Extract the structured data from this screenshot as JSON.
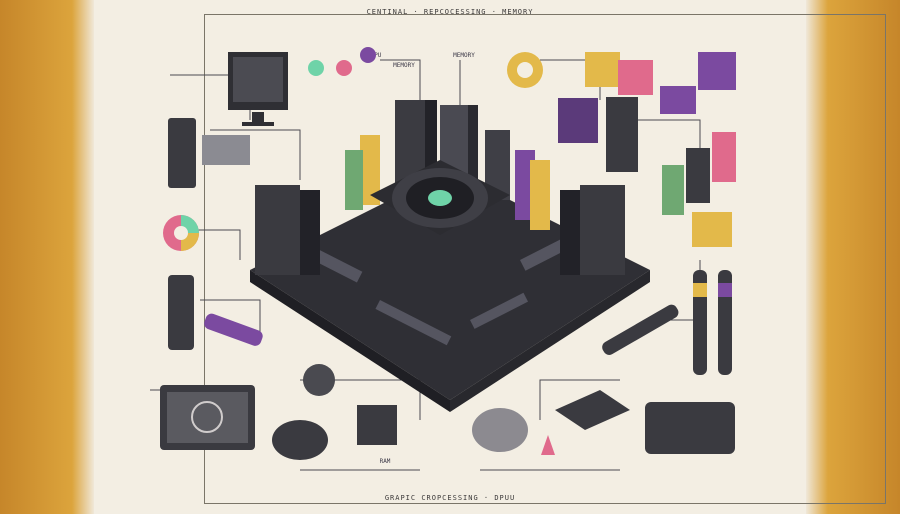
{
  "poster": {
    "title_top": "CENTINAL  ·  REPCOCESSING  ·  MEMORY",
    "title_bottom": "GRAPIC CROPCESSING  ·  DPUU",
    "labels": {
      "cpu": "CPU",
      "cpu_sub": "CPU",
      "memory": "MEMORY",
      "memory_sub": "MEMORY",
      "ram_small": "RAM"
    }
  },
  "colors": {
    "background": "#f3eee3",
    "frame_gold": "#d99e35",
    "dark": "#3a3a3e",
    "mid": "#6b6b70",
    "accent_green": "#6fd3a8",
    "accent_purple": "#7b4aa0",
    "accent_pink": "#e06a8c",
    "accent_yellow": "#e3b94a"
  }
}
